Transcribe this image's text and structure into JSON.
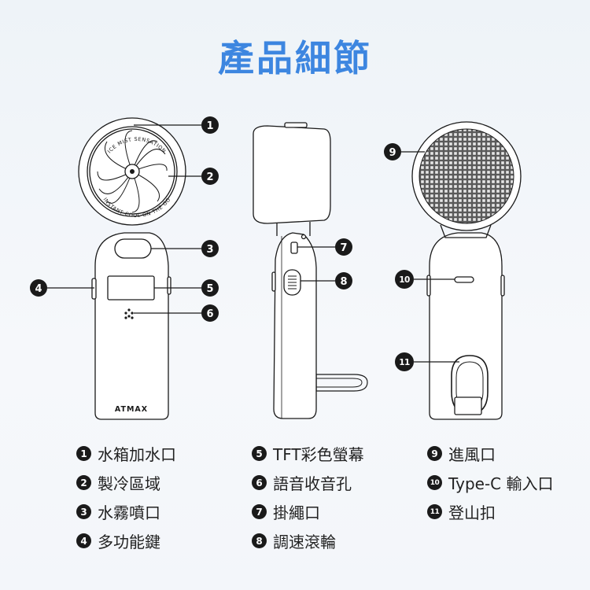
{
  "title": "產品細節",
  "colors": {
    "title": "#3d86e0",
    "line": "#1a1a1a",
    "marker": "#1a1a1a",
    "marker_text": "#ffffff"
  },
  "fan_ring_text": {
    "top": "ICE MIST SENSATION",
    "bottom": "INSTANT COOL ON THE GO"
  },
  "brand": "ATMAX",
  "markers": [
    "1",
    "2",
    "3",
    "4",
    "5",
    "6",
    "7",
    "8",
    "9",
    "10",
    "11"
  ],
  "legend": [
    {
      "num": "1",
      "label": "水箱加水口"
    },
    {
      "num": "2",
      "label": "製冷區域"
    },
    {
      "num": "3",
      "label": "水霧噴口"
    },
    {
      "num": "4",
      "label": "多功能鍵"
    },
    {
      "num": "5",
      "label": "TFT彩色螢幕"
    },
    {
      "num": "6",
      "label": "語音收音孔"
    },
    {
      "num": "7",
      "label": "掛繩口"
    },
    {
      "num": "8",
      "label": "調速滾輪"
    },
    {
      "num": "9",
      "label": "進風口"
    },
    {
      "num": "10",
      "label": "Type-C 輸入口"
    },
    {
      "num": "11",
      "label": "登山扣"
    }
  ]
}
